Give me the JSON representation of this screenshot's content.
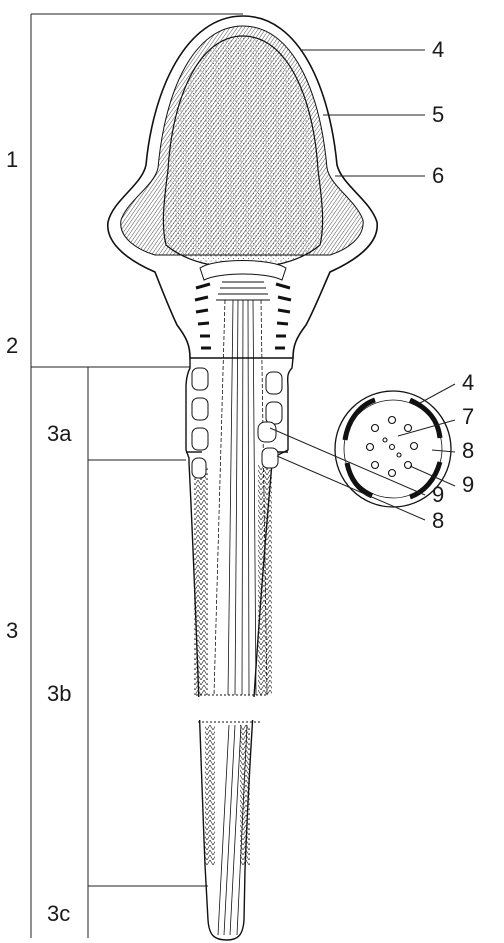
{
  "labels": {
    "l1": "1",
    "l2": "2",
    "l3": "3",
    "l3a": "3a",
    "l3b": "3b",
    "l3c": "3c",
    "r4": "4",
    "r5": "5",
    "r6": "6",
    "r9": "9",
    "r8": "8",
    "x4": "4",
    "x7": "7",
    "x8": "8",
    "x9": "9"
  },
  "colors": {
    "ink": "#1a1a1a",
    "paper": "#ffffff"
  }
}
